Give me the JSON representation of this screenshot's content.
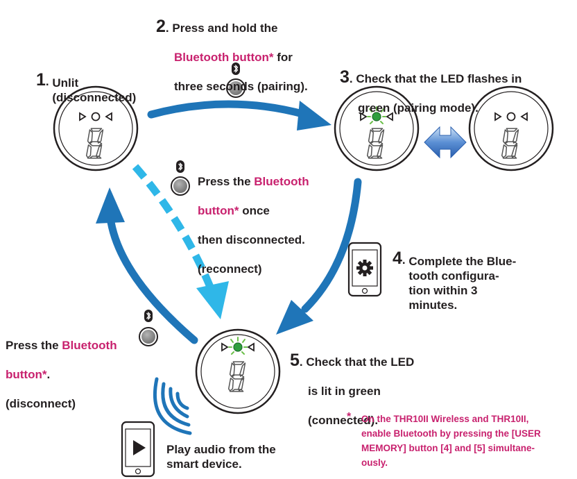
{
  "steps": {
    "s1": {
      "num": "1",
      "text": "Unlit\n(disconnected)"
    },
    "s2": {
      "num": "2",
      "line1": "Press and hold  the",
      "highlight": "Bluetooth button*",
      "after": " for",
      "line3": "three seconds (pairing)."
    },
    "s3": {
      "num": "3",
      "line1": "Check that the LED flashes in",
      "line2": "green (pairing mode)."
    },
    "s4": {
      "num": "4",
      "text": "Complete the Blue-\ntooth configura-\ntion within 3\nminutes."
    },
    "s5": {
      "num": "5",
      "line1": "Check that the LED",
      "line2": "is lit  in green",
      "line3": "(connected)."
    }
  },
  "reconnect": {
    "before": "Press the ",
    "highlight1": "Bluetooth",
    "highlight2": "button*",
    "after": " once",
    "line3": "then disconnected.",
    "line4": "(reconnect)"
  },
  "disconnect": {
    "before": "Press the ",
    "highlight1": "Bluetooth",
    "highlight2": "button*",
    "after": ".",
    "line3": "(disconnect)"
  },
  "play": {
    "text": "Play audio from the\nsmart device."
  },
  "footnote": {
    "star": "*",
    "text": "On the THR10II Wireless and THR10II,\nenable Bluetooth by pressing the [USER\nMEMORY] button [4] and [5] simultane-\nously."
  },
  "colors": {
    "arrow": "#1f75b8",
    "dashed": "#2fb7e8",
    "accent": "#c8216e",
    "led_green": "#2e9e3e",
    "led_green_glow": "#6cc04a",
    "button_gray": "#8a8a8a"
  },
  "icons": [
    "bluetooth-icon",
    "gear-icon",
    "play-icon",
    "wireless-signal-icon",
    "double-arrow-icon"
  ]
}
